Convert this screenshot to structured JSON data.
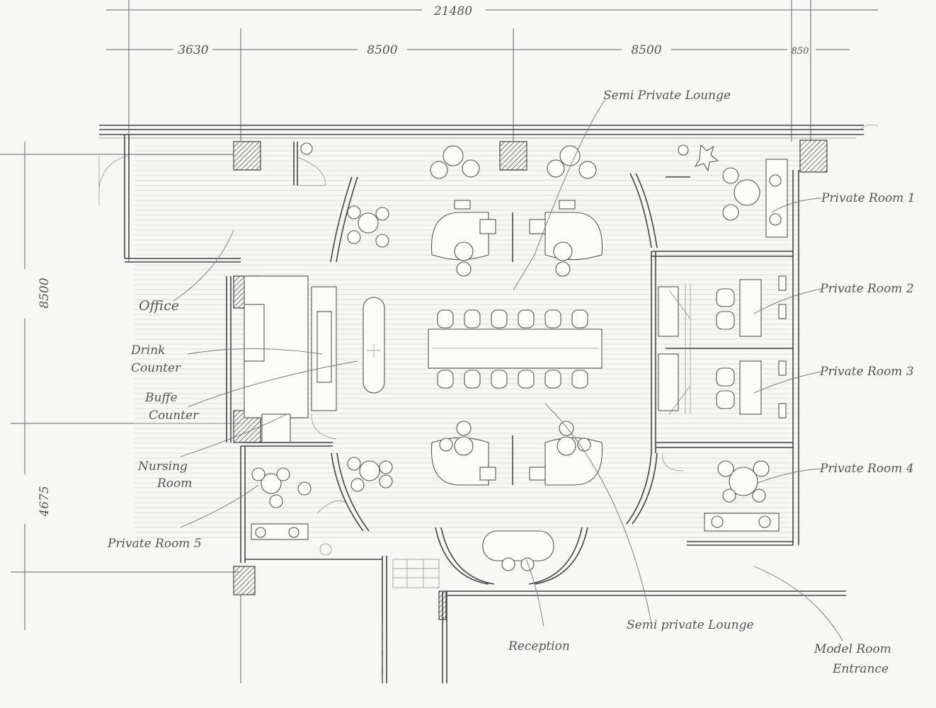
{
  "dimensions": {
    "total_width": "21480",
    "segment_1": "3630",
    "segment_2": "8500",
    "segment_3": "8500",
    "segment_4": "850",
    "left_upper": "8500",
    "left_lower": "4675"
  },
  "labels": {
    "semi_private_lounge_top": "Semi Private Lounge",
    "private_room_1": "Private Room 1",
    "private_room_2": "Private Room 2",
    "private_room_3": "Private Room 3",
    "private_room_4": "Private Room 4",
    "private_room_5": "Private Room 5",
    "office": "Office",
    "drink_counter_1": "Drink",
    "drink_counter_2": "Counter",
    "buffe_counter_1": "Buffe",
    "buffe_counter_2": "Counter",
    "nursing_room_1": "Nursing",
    "nursing_room_2": "Room",
    "reception": "Reception",
    "semi_private_lounge_bottom": "Semi private Lounge",
    "model_room_entrance_1": "Model Room",
    "model_room_entrance_2": "Entrance"
  }
}
